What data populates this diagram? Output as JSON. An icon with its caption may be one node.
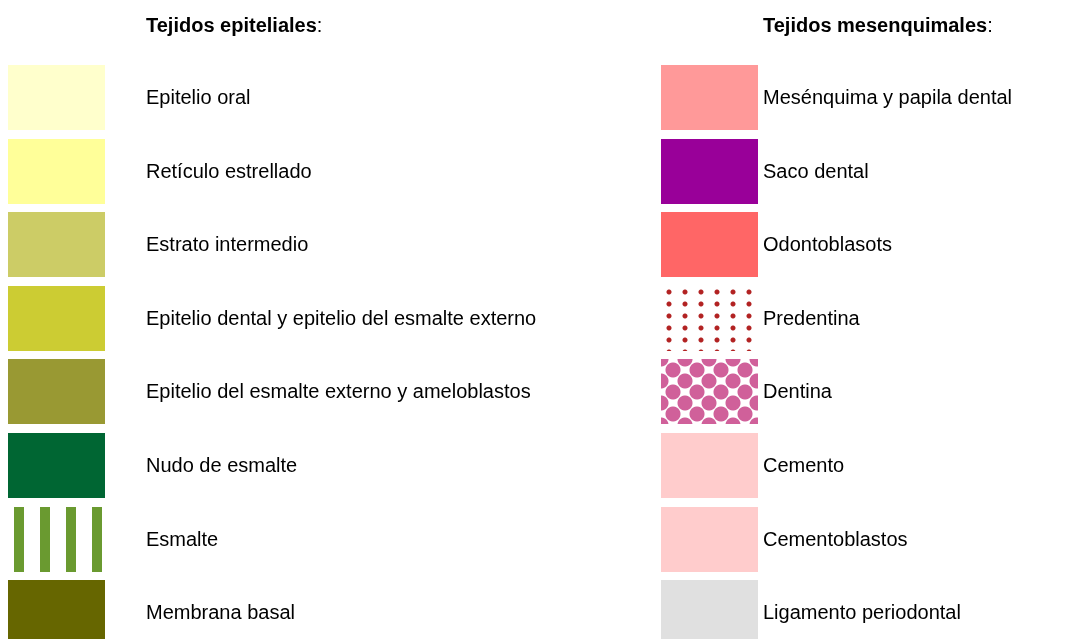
{
  "diagram": {
    "labels": [
      "**Tejidos epiteliales**:",
      "**Tejidos mesenquimales**:"
    ],
    "legend": [
      {
        "text": "Epitelio oral",
        "color": "#ffffcc"
      },
      {
        "text": "Retículo estrellado",
        "color": "#ffff99"
      },
      {
        "text": "Estrato intermedio",
        "color": "#cccc66"
      },
      {
        "text": "Epitelio dental y epitelio del esmalte externo",
        "color": "#cccc33"
      },
      {
        "text": "Epitelio del esmalte externo y ameloblastos",
        "color": "#999933"
      },
      {
        "text": "Nudo de esmalte",
        "color": "#006633"
      },
      {
        "text": "Esmalte"
      },
      {
        "text": "Membrana basal",
        "color": "#666600"
      },
      {
        "text": "Mesénquima y papila dental",
        "color": "#ff9999"
      },
      {
        "text": "Saco dental",
        "color": "#990099"
      },
      {
        "text": "Odontoblasots",
        "color": "#ff6666"
      },
      {
        "text": "Predentina"
      },
      {
        "text": "Dentina"
      },
      {
        "text": "Cemento",
        "color": "#ffcccc"
      },
      {
        "text": "Cementoblastos",
        "color": "#ffcccc"
      },
      {
        "text": "Ligamento periodontal",
        "color": "#e0e0e0"
      }
    ]
  }
}
